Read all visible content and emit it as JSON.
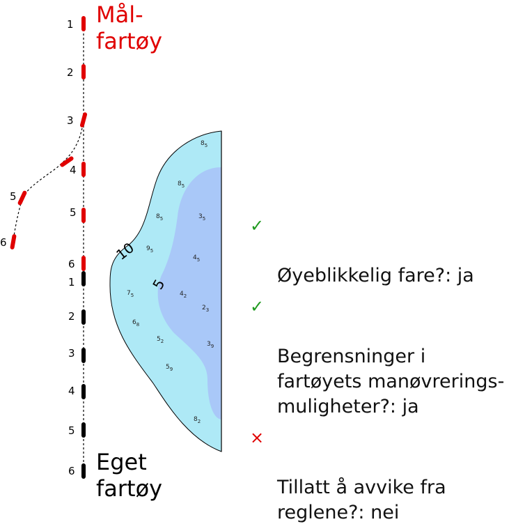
{
  "colors": {
    "target": "#e00000",
    "own": "#000000",
    "shallow_water": "#aee9f6",
    "deep_water": "#a9c8f8",
    "check": "#1f9a1f",
    "cross": "#e00000"
  },
  "target_vessel": {
    "label": "Mål-\nfartøy",
    "main_track_labels": [
      "1",
      "2",
      "3",
      "4",
      "5",
      "6"
    ],
    "alt_track_labels": [
      "5",
      "6"
    ]
  },
  "own_vessel": {
    "label": "Eget\nfartøy",
    "track_labels": [
      "1",
      "2",
      "3",
      "4",
      "5",
      "6"
    ]
  },
  "depth_area": {
    "contour_labels": [
      "10",
      "5"
    ],
    "soundings": [
      {
        "main": "8",
        "sub": "5"
      },
      {
        "main": "8",
        "sub": "5"
      },
      {
        "main": "8",
        "sub": "5"
      },
      {
        "main": "3",
        "sub": "5"
      },
      {
        "main": "9",
        "sub": "5"
      },
      {
        "main": "4",
        "sub": "5"
      },
      {
        "main": "7",
        "sub": "5"
      },
      {
        "main": "4",
        "sub": "2"
      },
      {
        "main": "2",
        "sub": "3"
      },
      {
        "main": "6",
        "sub": "8"
      },
      {
        "main": "5",
        "sub": "2"
      },
      {
        "main": "3",
        "sub": "9"
      },
      {
        "main": "5",
        "sub": "9"
      },
      {
        "main": "8",
        "sub": "2"
      }
    ]
  },
  "checklist": [
    {
      "icon": "checkmark-icon",
      "mark": "✓",
      "text": "Øyeblikkelig fare?: ja"
    },
    {
      "icon": "checkmark-icon",
      "mark": "✓",
      "text": "Begrensninger i\nfartøyets manøvrerings-\nmuligheter?: ja"
    },
    {
      "icon": "cross-icon",
      "mark": "×",
      "text": "Tillatt å avvike fra\nreglene?: nei"
    }
  ]
}
